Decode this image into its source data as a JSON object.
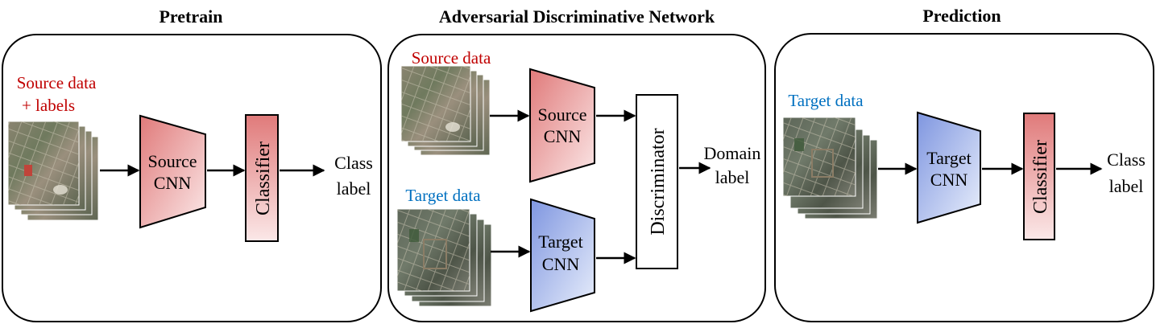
{
  "panels": {
    "pretrain": {
      "title": "Pretrain",
      "input_label_line1": "Source data",
      "input_label_line2": "+ labels",
      "cnn_line1": "Source",
      "cnn_line2": "CNN",
      "classifier": "Classifier",
      "output_line1": "Class",
      "output_line2": "label"
    },
    "adversarial": {
      "title": "Adversarial Discriminative Network",
      "source_label": "Source data",
      "target_label": "Target data",
      "source_cnn_line1": "Source",
      "source_cnn_line2": "CNN",
      "target_cnn_line1": "Target",
      "target_cnn_line2": "CNN",
      "discriminator": "Discriminator",
      "output_line1": "Domain",
      "output_line2": "label"
    },
    "prediction": {
      "title": "Prediction",
      "input_label": "Target data",
      "cnn_line1": "Target",
      "cnn_line2": "CNN",
      "classifier": "Classifier",
      "output_line1": "Class",
      "output_line2": "label"
    }
  },
  "colors": {
    "source_label": "#c00000",
    "target_label": "#0070c0",
    "source_fill_dark": "#e07a7a",
    "source_fill_light": "#fbe8e8",
    "target_fill_dark": "#7f96e0",
    "target_fill_light": "#e8eefb"
  }
}
